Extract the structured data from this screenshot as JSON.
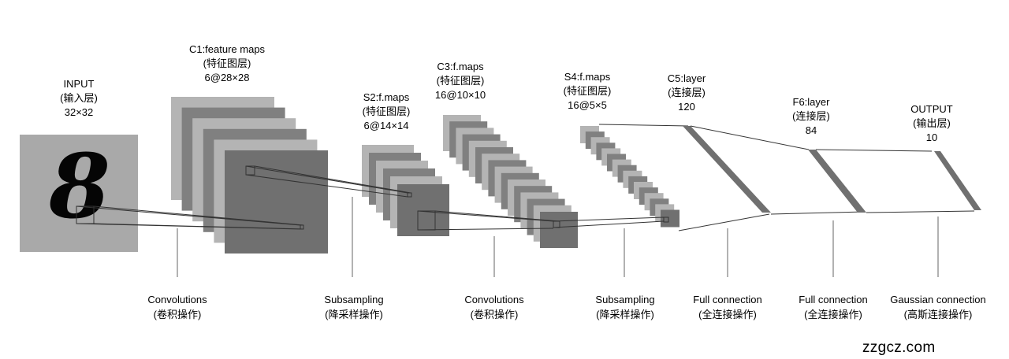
{
  "layers": {
    "input": {
      "name": "INPUT",
      "cn": "(输入层)",
      "size": "32×32"
    },
    "c1": {
      "name": "C1:feature maps",
      "cn": "(特征图层)",
      "size": "6@28×28"
    },
    "s2": {
      "name": "S2:f.maps",
      "cn": "(特征图层)",
      "size": "6@14×14"
    },
    "c3": {
      "name": "C3:f.maps",
      "cn": "(特征图层)",
      "size": "16@10×10"
    },
    "s4": {
      "name": "S4:f.maps",
      "cn": "(特征图层)",
      "size": "16@5×5"
    },
    "c5": {
      "name": "C5:layer",
      "cn": "(连接层)",
      "size": "120"
    },
    "f6": {
      "name": "F6:layer",
      "cn": "(连接层)",
      "size": "84"
    },
    "output": {
      "name": "OUTPUT",
      "cn": "(输出层)",
      "size": "10"
    }
  },
  "operations": [
    {
      "en": "Convolutions",
      "cn": "(卷积操作)"
    },
    {
      "en": "Subsampling",
      "cn": "(降采样操作)"
    },
    {
      "en": "Convolutions",
      "cn": "(卷积操作)"
    },
    {
      "en": "Subsampling",
      "cn": "(降采样操作)"
    },
    {
      "en": "Full connection",
      "cn": "(全连接操作)"
    },
    {
      "en": "Full connection",
      "cn": "(全连接操作)"
    },
    {
      "en": "Gaussian connection",
      "cn": "(高斯连接操作)"
    }
  ],
  "input_digit": "8",
  "watermark": "zzgcz.com",
  "colors": {
    "light": "#b4b4b4",
    "mid": "#808080",
    "dark": "#707070",
    "line": "#333333"
  }
}
